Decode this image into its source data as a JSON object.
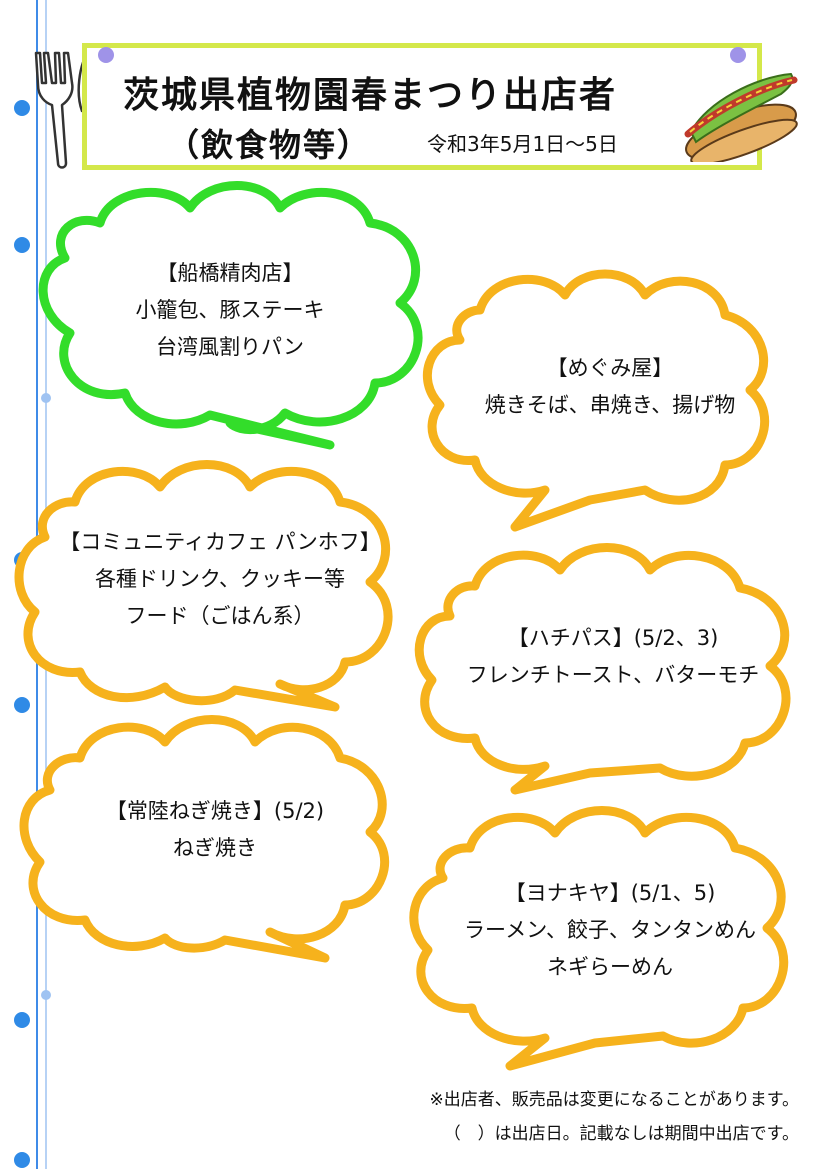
{
  "title": {
    "line1": "茨城県植物園春まつり出店者",
    "line2": "（飲食物等）",
    "date": "令和3年5月1日～5日"
  },
  "colors": {
    "green_bubble": "#33dd2a",
    "orange_bubble": "#f6b21c",
    "title_border": "#d4e84a",
    "binder_line": "#3f8be8",
    "binder_dot": "#2f8ae6"
  },
  "vendors": [
    {
      "name": "【船橋精肉店】",
      "items": [
        "小籠包、豚ステーキ",
        "台湾風割りパン"
      ]
    },
    {
      "name": "【めぐみ屋】",
      "items": [
        "焼きそば、串焼き、揚げ物"
      ]
    },
    {
      "name": "【コミュニティカフェ パンホフ】",
      "items": [
        "各種ドリンク、クッキー等",
        "フード（ごはん系）"
      ]
    },
    {
      "name": "【ハチパス】(5/2、3)",
      "items": [
        "フレンチトースト、バターモチ"
      ]
    },
    {
      "name": "【常陸ねぎ焼き】(5/2)",
      "items": [
        "ねぎ焼き"
      ]
    },
    {
      "name": "【ヨナキヤ】(5/1、5)",
      "items": [
        "ラーメン、餃子、タンタンめん",
        "ネギらーめん"
      ]
    }
  ],
  "notes": {
    "line1": "※出店者、販売品は変更になることがあります。",
    "line2": "（　）は出店日。記載なしは期間中出店です。"
  },
  "icons": {
    "cutlery": "fork-knife-icon",
    "food": "hotdog-icon"
  }
}
